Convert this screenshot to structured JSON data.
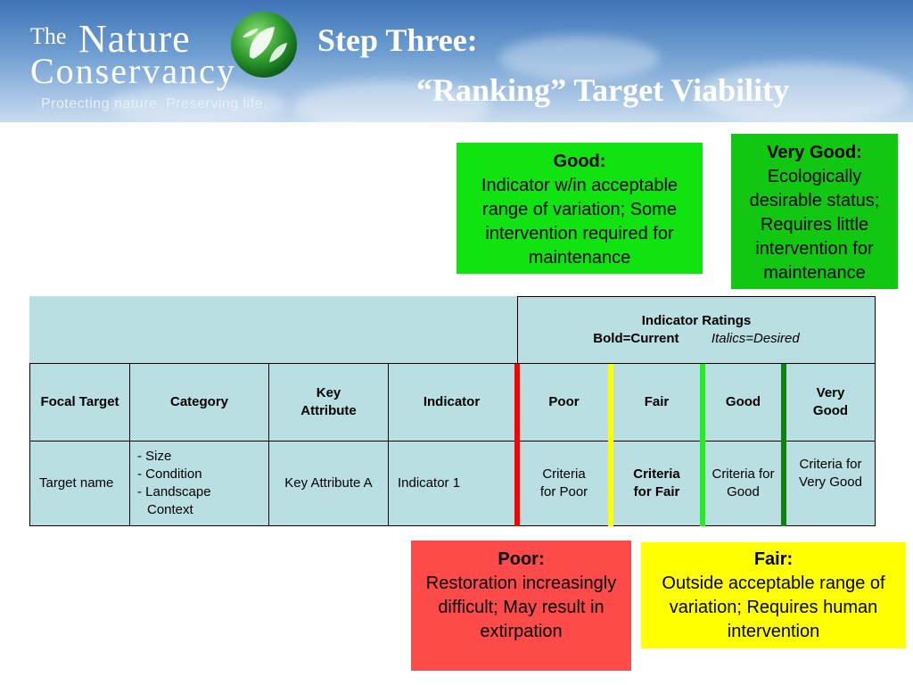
{
  "header": {
    "logo_the": "The",
    "logo_nature": "Nature",
    "logo_conservancy": "Conservancy",
    "logo_tagline": "Protecting nature. Preserving life.",
    "title_line1": "Step Three:",
    "title_line2": "“Ranking” Target Viability"
  },
  "callouts": {
    "good": {
      "title": "Good:",
      "text": "Indicator w/in acceptable range of variation; Some intervention required for maintenance",
      "color": "#10e310"
    },
    "very_good": {
      "title": "Very Good:",
      "text": "Ecologically desirable status; Requires little intervention for maintenance",
      "color": "#12c712"
    },
    "poor": {
      "title": "Poor:",
      "text": "Restoration increasingly difficult; May result in extirpation",
      "color": "#ff4a4a"
    },
    "fair": {
      "title": "Fair:",
      "text": "Outside acceptable range of variation; Requires human intervention",
      "color": "#ffff00"
    }
  },
  "table": {
    "ratings_header": "Indicator Ratings",
    "bold_label": "Bold=Current",
    "italic_label": "Italics=Desired",
    "columns": [
      "Focal Target",
      "Category",
      "Key Attribute",
      "Indicator",
      "Poor",
      "Fair",
      "Good",
      "Very Good"
    ],
    "row": {
      "focal_target": "Target name",
      "category": [
        "- Size",
        "- Condition",
        "- Landscape",
        "Context"
      ],
      "key_attribute": "Key Attribute A",
      "indicator": "Indicator 1",
      "poor": "Criteria for Poor",
      "fair": "Criteria for Fair",
      "good": "Criteria for Good",
      "very_good": "Criteria for Very Good"
    },
    "bar_colors": {
      "poor": "#ff0000",
      "fair": "#ffff00",
      "good": "#22ee22",
      "very_good": "#108010"
    }
  }
}
